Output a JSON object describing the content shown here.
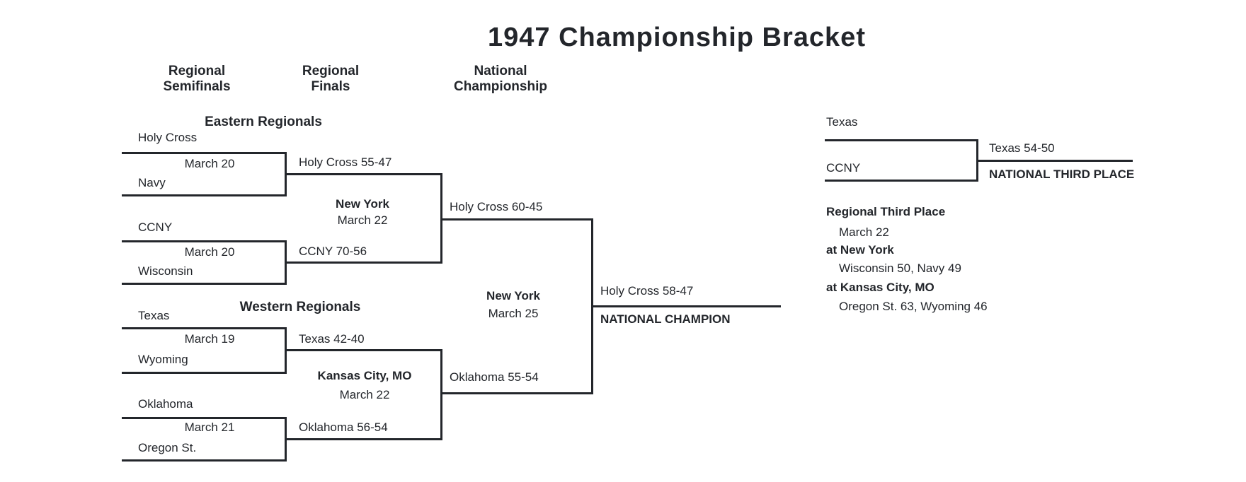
{
  "title": "1947 Championship Bracket",
  "round_headers": [
    {
      "line1": "Regional",
      "line2": "Semifinals"
    },
    {
      "line1": "Regional",
      "line2": "Finals"
    },
    {
      "line1": "National",
      "line2": "Championship"
    }
  ],
  "eastern": {
    "header": "Eastern Regionals",
    "semifinal1": {
      "team1": "Holy Cross",
      "date": "March 20",
      "team2": "Navy",
      "winner": "Holy Cross 55-47"
    },
    "semifinal2": {
      "team1": "CCNY",
      "date": "March 20",
      "team2": "Wisconsin",
      "winner": "CCNY 70-56"
    },
    "final": {
      "site": "New York",
      "date": "March 22",
      "winner": "Holy Cross 60-45"
    }
  },
  "western": {
    "header": "Western Regionals",
    "semifinal1": {
      "team1": "Texas",
      "date": "March 19",
      "team2": "Wyoming",
      "winner": "Texas 42-40"
    },
    "semifinal2": {
      "team1": "Oklahoma",
      "date": "March 21",
      "team2": "Oregon St.",
      "winner": "Oklahoma 56-54"
    },
    "final": {
      "site": "Kansas City, MO",
      "date": "March 22",
      "winner": "Oklahoma 55-54"
    }
  },
  "championship": {
    "site": "New York",
    "date": "March 25",
    "winner": "Holy Cross 58-47",
    "label": "NATIONAL CHAMPION"
  },
  "third_place": {
    "team1": "Texas",
    "team2": "CCNY",
    "winner": "Texas 54-50",
    "label": "NATIONAL THIRD PLACE"
  },
  "regional_third_place": {
    "header": "Regional Third Place",
    "date": "March 22",
    "site1": "at New York",
    "result1": "Wisconsin 50, Navy 49",
    "site2": "at Kansas City, MO",
    "result2": "Oregon St. 63, Wyoming 46"
  },
  "colors": {
    "text": "#23262b",
    "line": "#23262b",
    "background": "#ffffff"
  }
}
